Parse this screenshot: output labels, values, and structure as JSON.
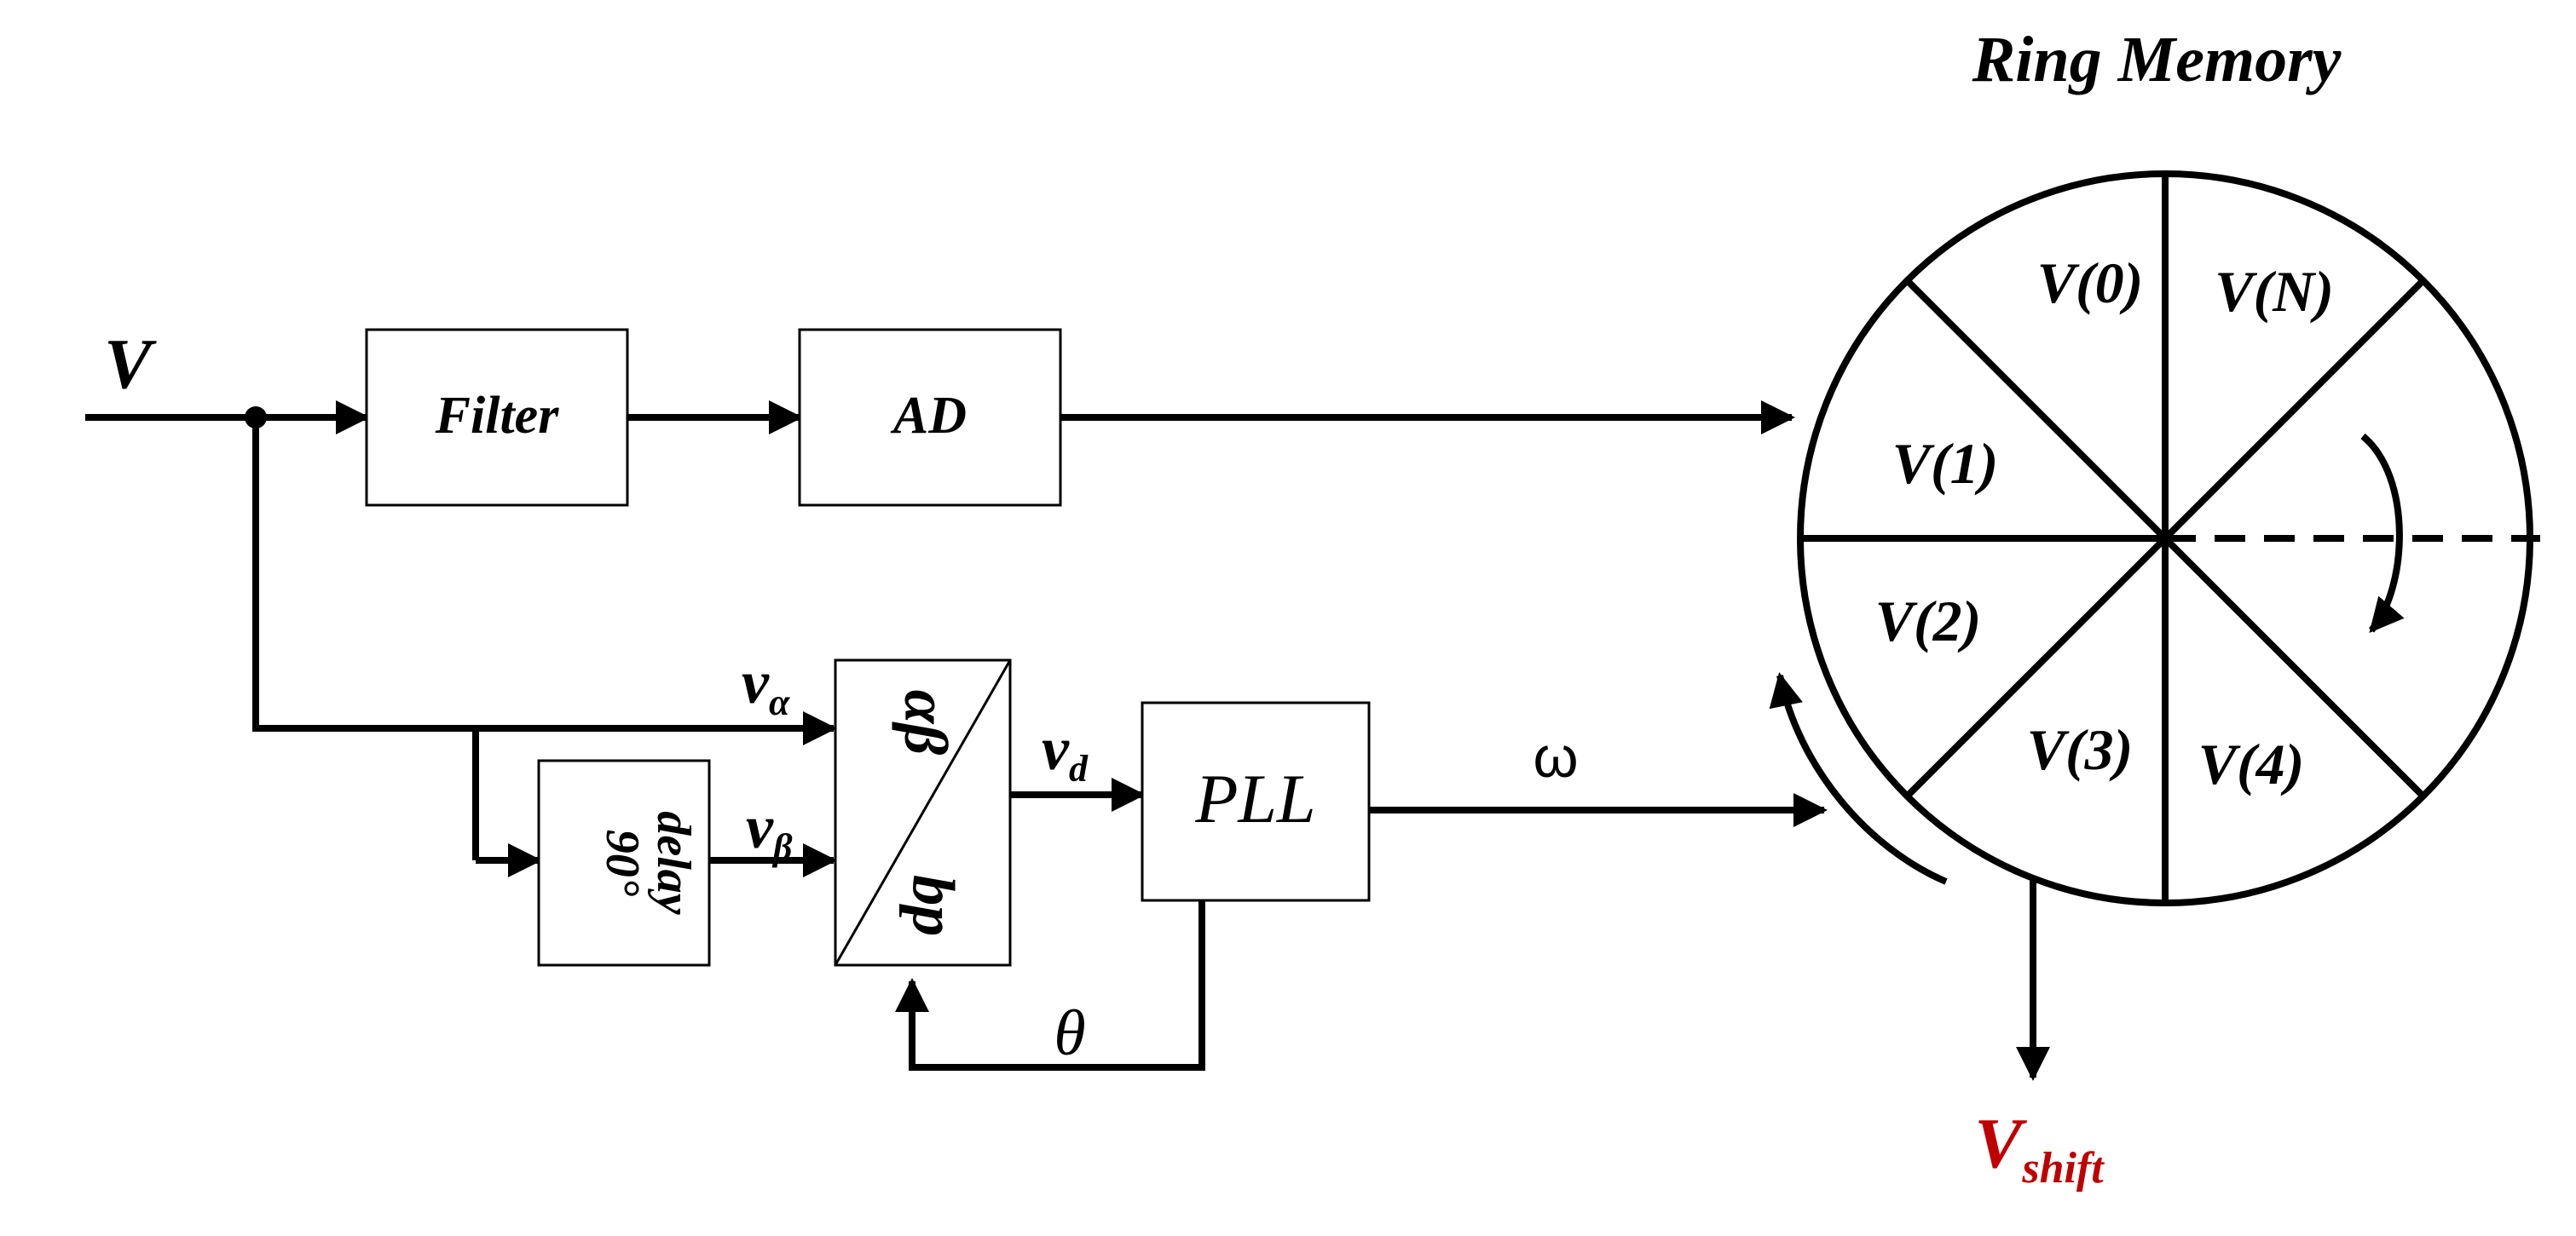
{
  "title": "Ring Memory",
  "input": {
    "label": "V"
  },
  "blocks": {
    "filter": "Filter",
    "ad": "AD",
    "delay_line1": "90°",
    "delay_line2": "delay",
    "transform_top": "αβ",
    "transform_bottom": "dq",
    "pll": "PLL"
  },
  "signals": {
    "v_alpha": {
      "base": "v",
      "sub": "α"
    },
    "v_beta": {
      "base": "v",
      "sub": "β"
    },
    "v_d": {
      "base": "v",
      "sub": "d"
    },
    "omega": "ω",
    "theta": "θ"
  },
  "ring_memory": {
    "segments": [
      "V(0)",
      "V(N)",
      "V(1)",
      "V(2)",
      "V(3)",
      "V(4)"
    ]
  },
  "output": {
    "base": "V",
    "sub": "shift",
    "color": "#c00000"
  },
  "colors": {
    "line": "#000000",
    "background": "#ffffff"
  }
}
